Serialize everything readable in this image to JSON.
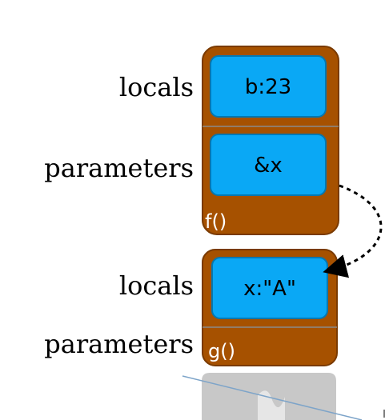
{
  "colors": {
    "frame": "#a65100",
    "frame_border": "#7a3a00",
    "cell": "#0aa8f5",
    "cell_border": "#0477b0",
    "divider": "#8a8a8a",
    "arrow": "#000000",
    "ghost_frame": "#c8c8c8"
  },
  "frames": [
    {
      "name": "f()",
      "locals_label": "locals",
      "locals_value": "b:23",
      "parameters_label": "parameters",
      "parameters_value": "&x"
    },
    {
      "name": "g()",
      "locals_label": "locals",
      "locals_value": "x:\"A\"",
      "parameters_label": "parameters"
    }
  ],
  "pointer": {
    "from": "f().parameters.&x",
    "to": "g().locals.x"
  }
}
